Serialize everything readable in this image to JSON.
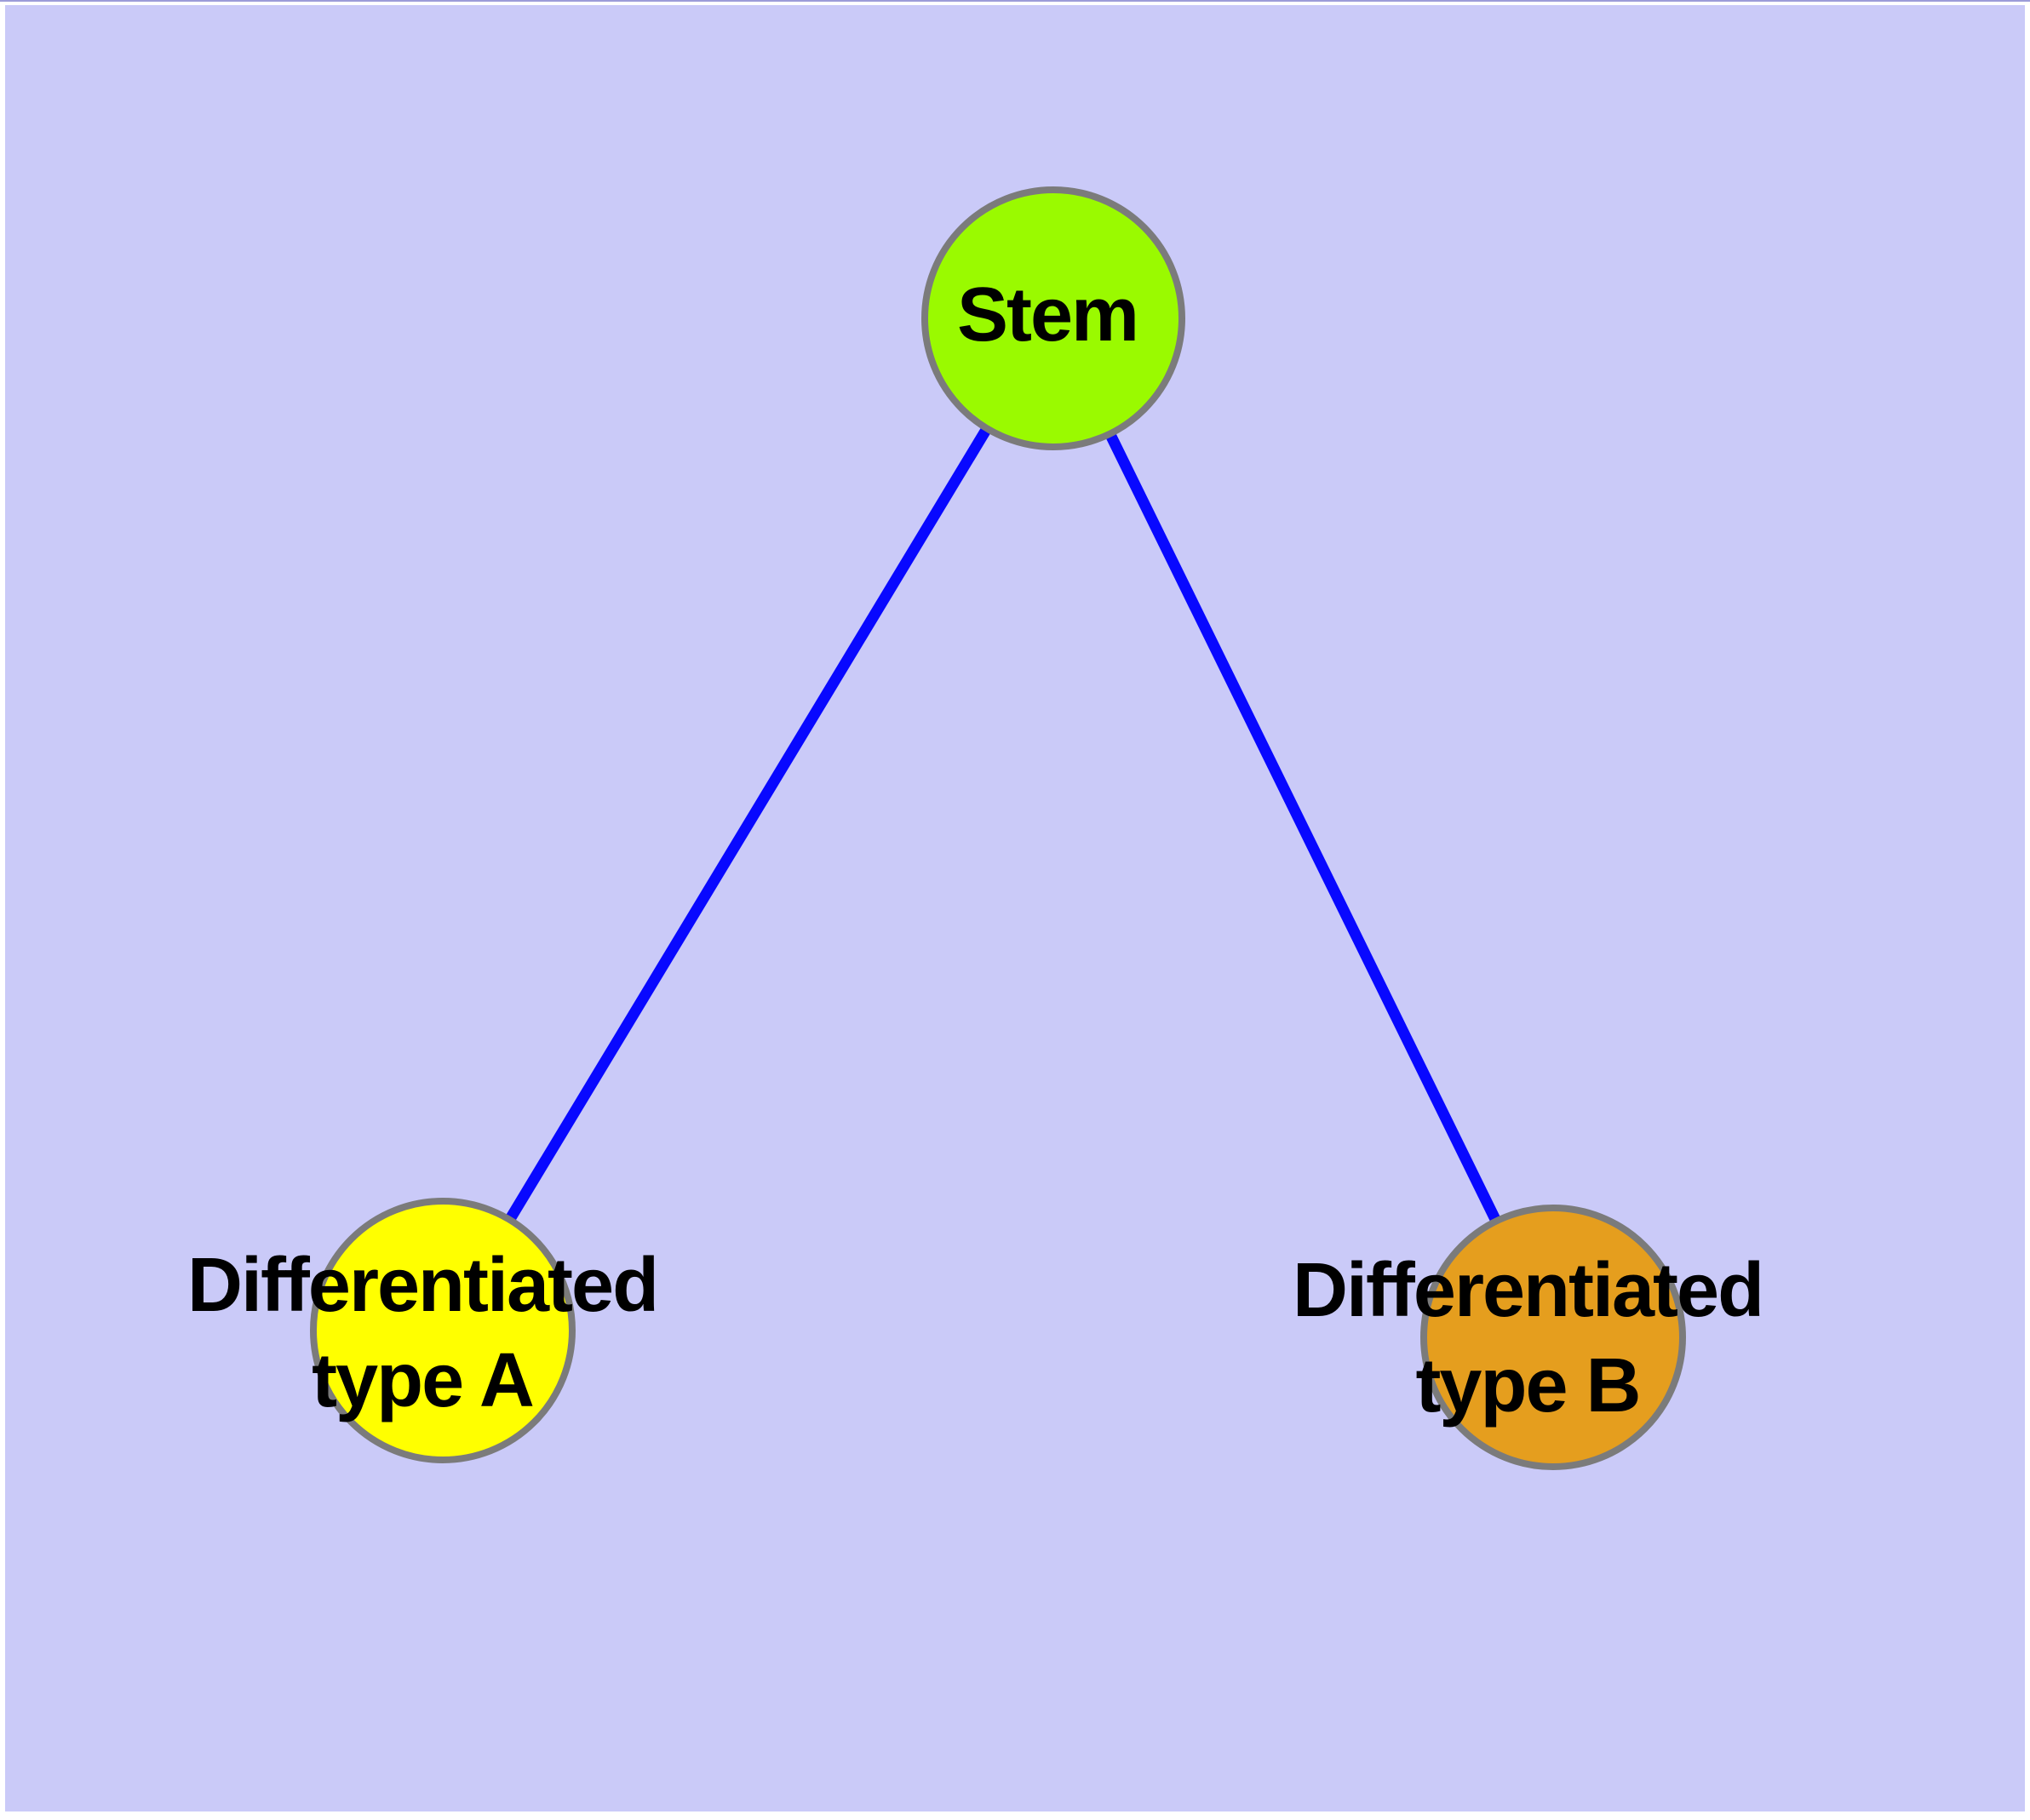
{
  "background": {
    "canvas_color": "#cacaf8",
    "frame_color": "#ffffff",
    "top_edge_color": "#9c9cd8"
  },
  "graph": {
    "type": "node-link-diagram",
    "edge_color": "#0808ff",
    "edge_width": "13",
    "node_stroke_color": "#7b7b7b",
    "node_stroke_width": "8",
    "nodes": [
      {
        "id": "stem",
        "label": "Stem",
        "fill": "#9afa00"
      },
      {
        "id": "differentiated-type-a",
        "label": "Differentiated\ntype A",
        "fill": "#ffff00"
      },
      {
        "id": "differentiated-type-b",
        "label": "Differentiated\ntype B",
        "fill": "#e59e1e"
      }
    ],
    "edges": [
      {
        "from": "stem",
        "to": "differentiated-type-a"
      },
      {
        "from": "stem",
        "to": "differentiated-type-b"
      }
    ]
  }
}
